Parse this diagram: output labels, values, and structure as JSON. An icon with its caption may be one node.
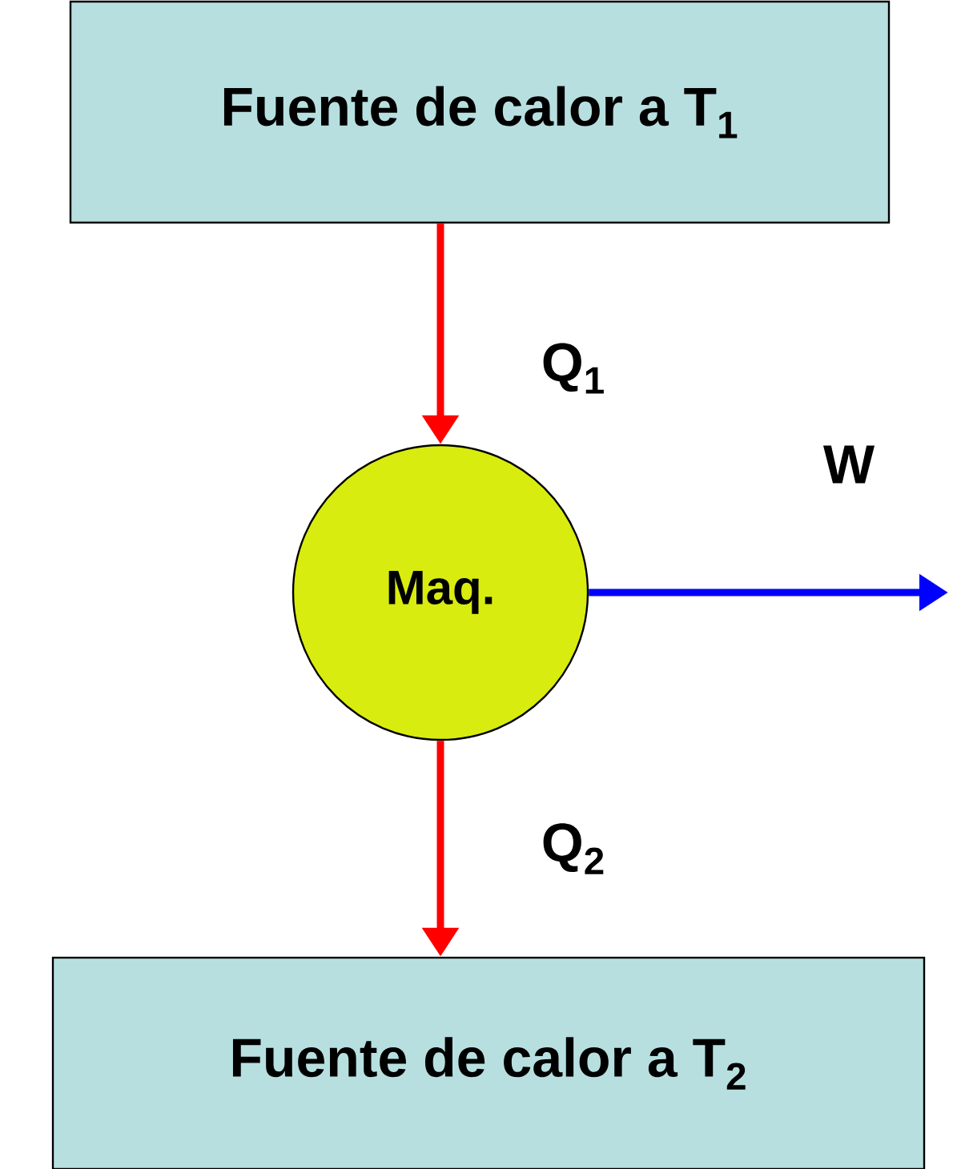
{
  "diagram": {
    "nodes": [
      {
        "text": [
          "Fuente de calor a T$_{1}$"
        ]
      },
      {
        "text": [
          "Maq."
        ]
      },
      {
        "text": [
          "Fuente de calor a T$_{2}$"
        ]
      }
    ],
    "edges": [
      {
        "from": 0,
        "to": 1,
        "arrow": "to",
        "label": "Q$_{1}$"
      },
      {
        "from": 1,
        "to": 2,
        "arrow": "to",
        "label": "Q$_{2}$"
      },
      {
        "from": 1,
        "to": null,
        "arrow": "to",
        "label": "W",
        "color": "#0000ff"
      }
    ]
  }
}
